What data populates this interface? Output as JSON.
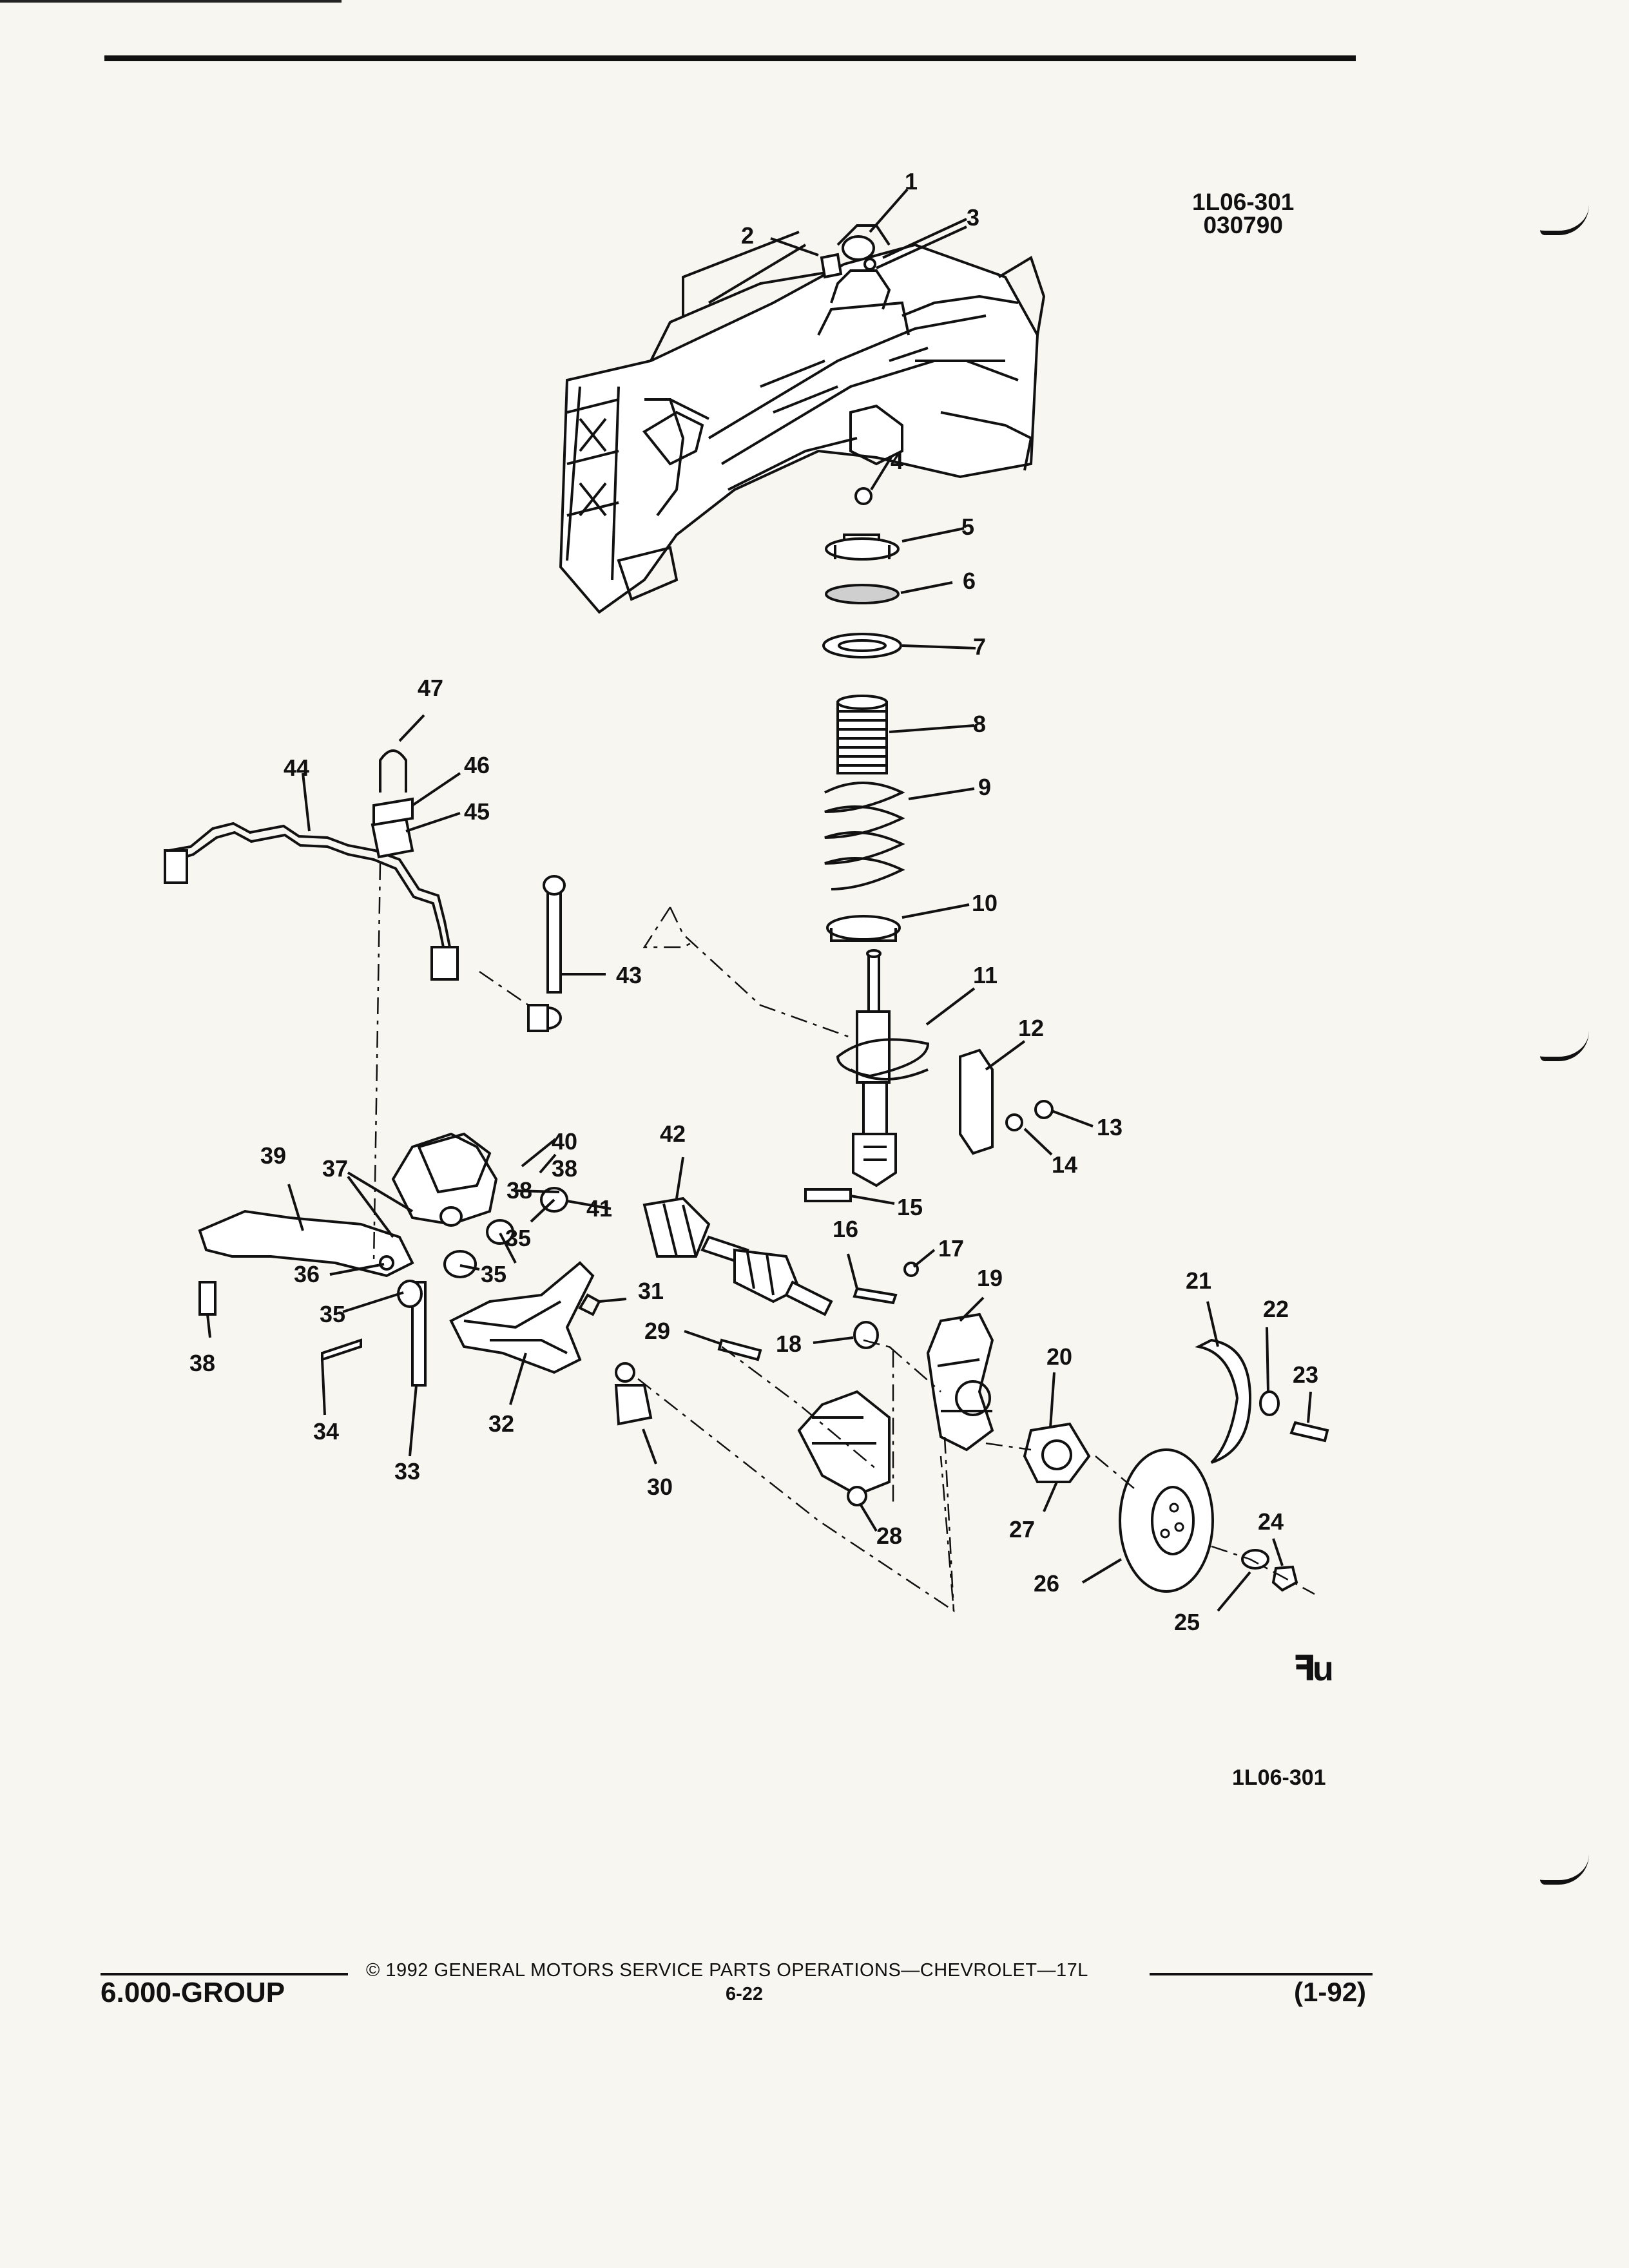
{
  "figure": {
    "code": "1L06-301",
    "date_code": "030790",
    "bottom_code": "1L06-301",
    "logo_mark": "ꟻu"
  },
  "callouts": [
    "1",
    "2",
    "3",
    "4",
    "5",
    "6",
    "7",
    "8",
    "9",
    "10",
    "11",
    "12",
    "13",
    "14",
    "15",
    "16",
    "17",
    "18",
    "19",
    "20",
    "21",
    "22",
    "23",
    "24",
    "25",
    "26",
    "27",
    "28",
    "29",
    "30",
    "31",
    "32",
    "33",
    "34",
    "35",
    "35",
    "35",
    "36",
    "37",
    "38",
    "38",
    "38",
    "39",
    "40",
    "41",
    "42",
    "43",
    "44",
    "45",
    "46",
    "47"
  ],
  "footer": {
    "copyright": "© 1992 GENERAL MOTORS SERVICE PARTS OPERATIONS—CHEVROLET—17L",
    "group": "6.000-GROUP",
    "page": "6-22",
    "date": "(1-92)"
  }
}
